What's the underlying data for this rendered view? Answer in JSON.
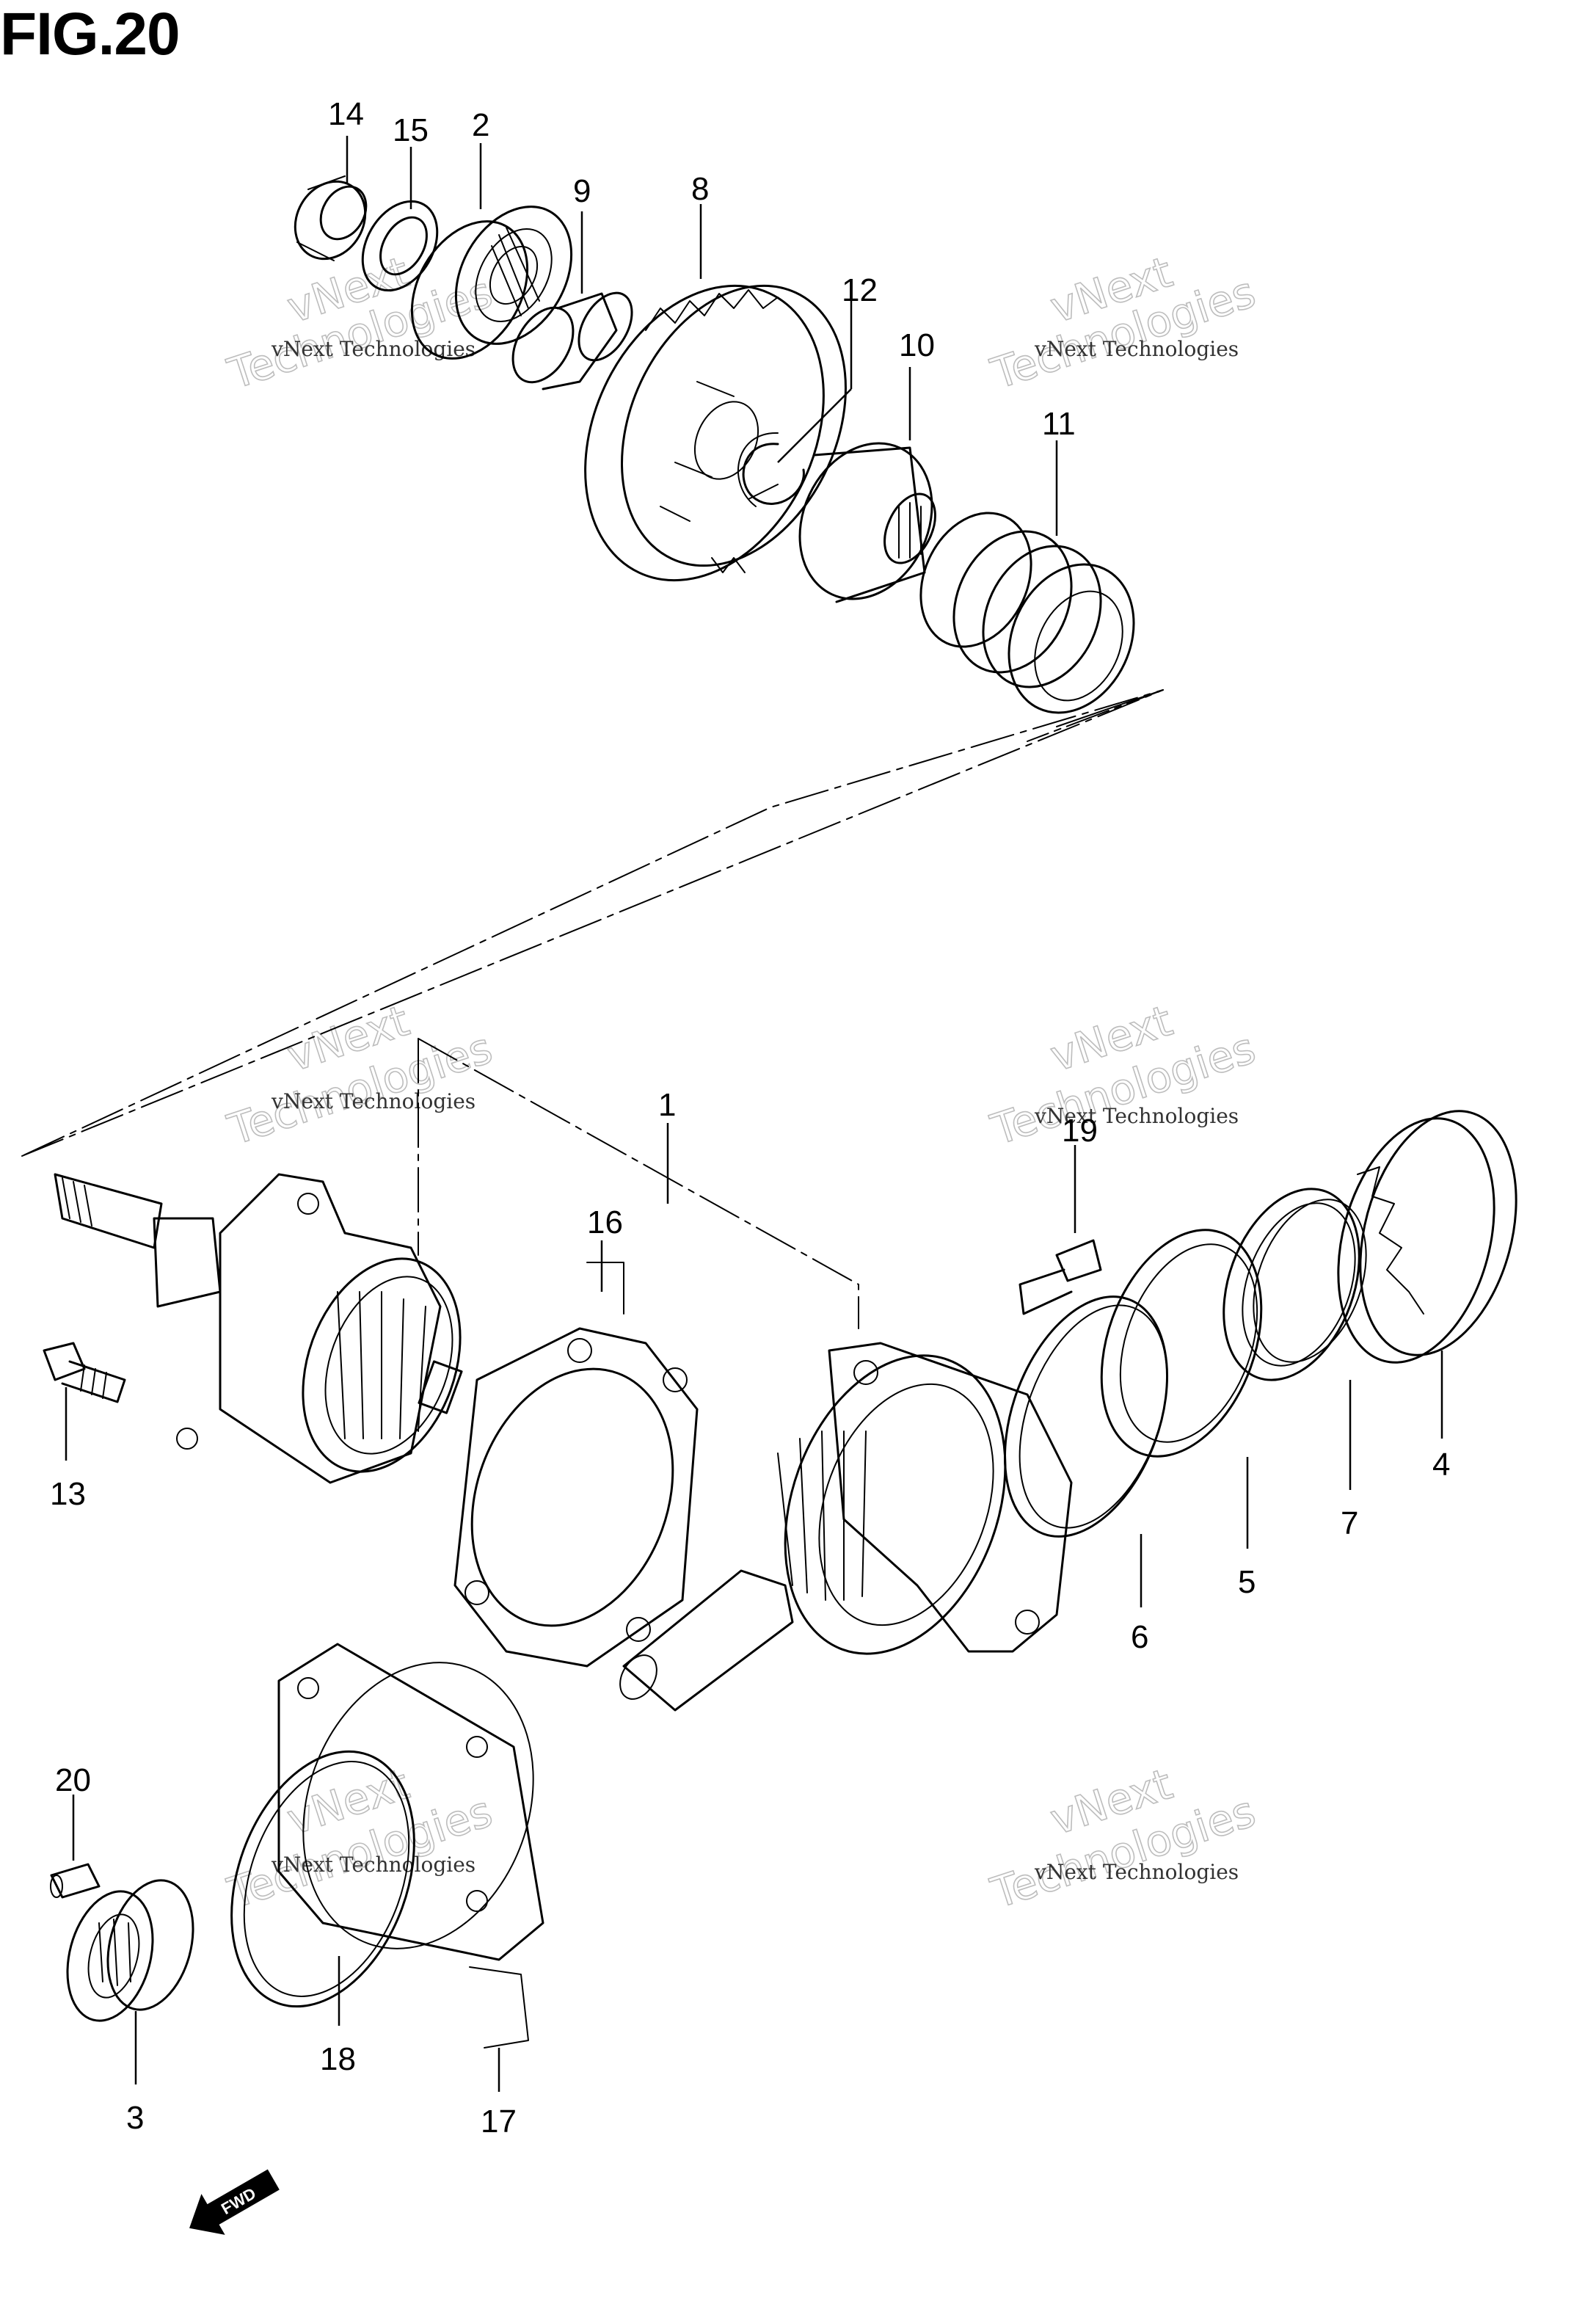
{
  "title": "FIG.20",
  "callouts": [
    "14",
    "15",
    "2",
    "9",
    "8",
    "12",
    "10",
    "11",
    "1",
    "16",
    "19",
    "13",
    "4",
    "7",
    "5",
    "6",
    "20",
    "18",
    "17",
    "3"
  ],
  "watermark": {
    "small_text": "vNext Technologies",
    "big_line1": "vNext",
    "big_line2": "Technologies"
  },
  "direction_arrow": {
    "label": "FWD",
    "icon": "forward-arrow-icon"
  },
  "colors": {
    "line": "#000000",
    "background": "#ffffff",
    "watermark": "#bdbdbd"
  }
}
